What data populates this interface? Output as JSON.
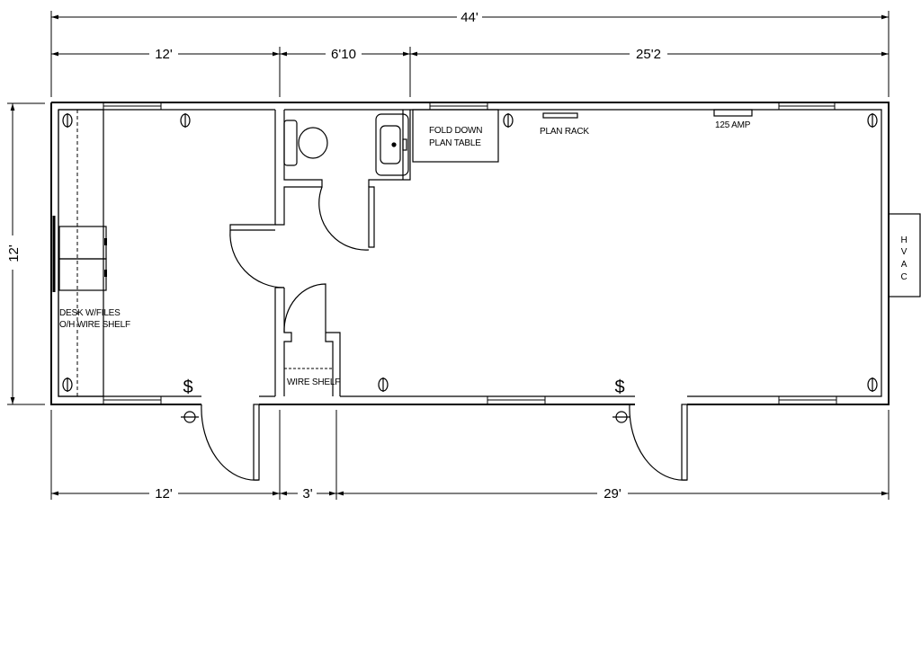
{
  "dimensions": {
    "overall_length": "44'",
    "top_left": "12'",
    "top_middle": "6'10",
    "top_right": "25'2",
    "height": "12'",
    "bottom_left": "12'",
    "bottom_middle": "3'",
    "bottom_right": "29'"
  },
  "labels": {
    "fold_down": "FOLD DOWN",
    "plan_table": "PLAN TABLE",
    "plan_rack": "PLAN RACK",
    "amp": "125 AMP",
    "desk_line1": "DESK W/FILES",
    "desk_line2": "O/H WIRE SHELF",
    "wire_shelf": "WIRE SHELF",
    "hvac": [
      "H",
      "V",
      "A",
      "C"
    ],
    "switch_symbol": "$"
  }
}
